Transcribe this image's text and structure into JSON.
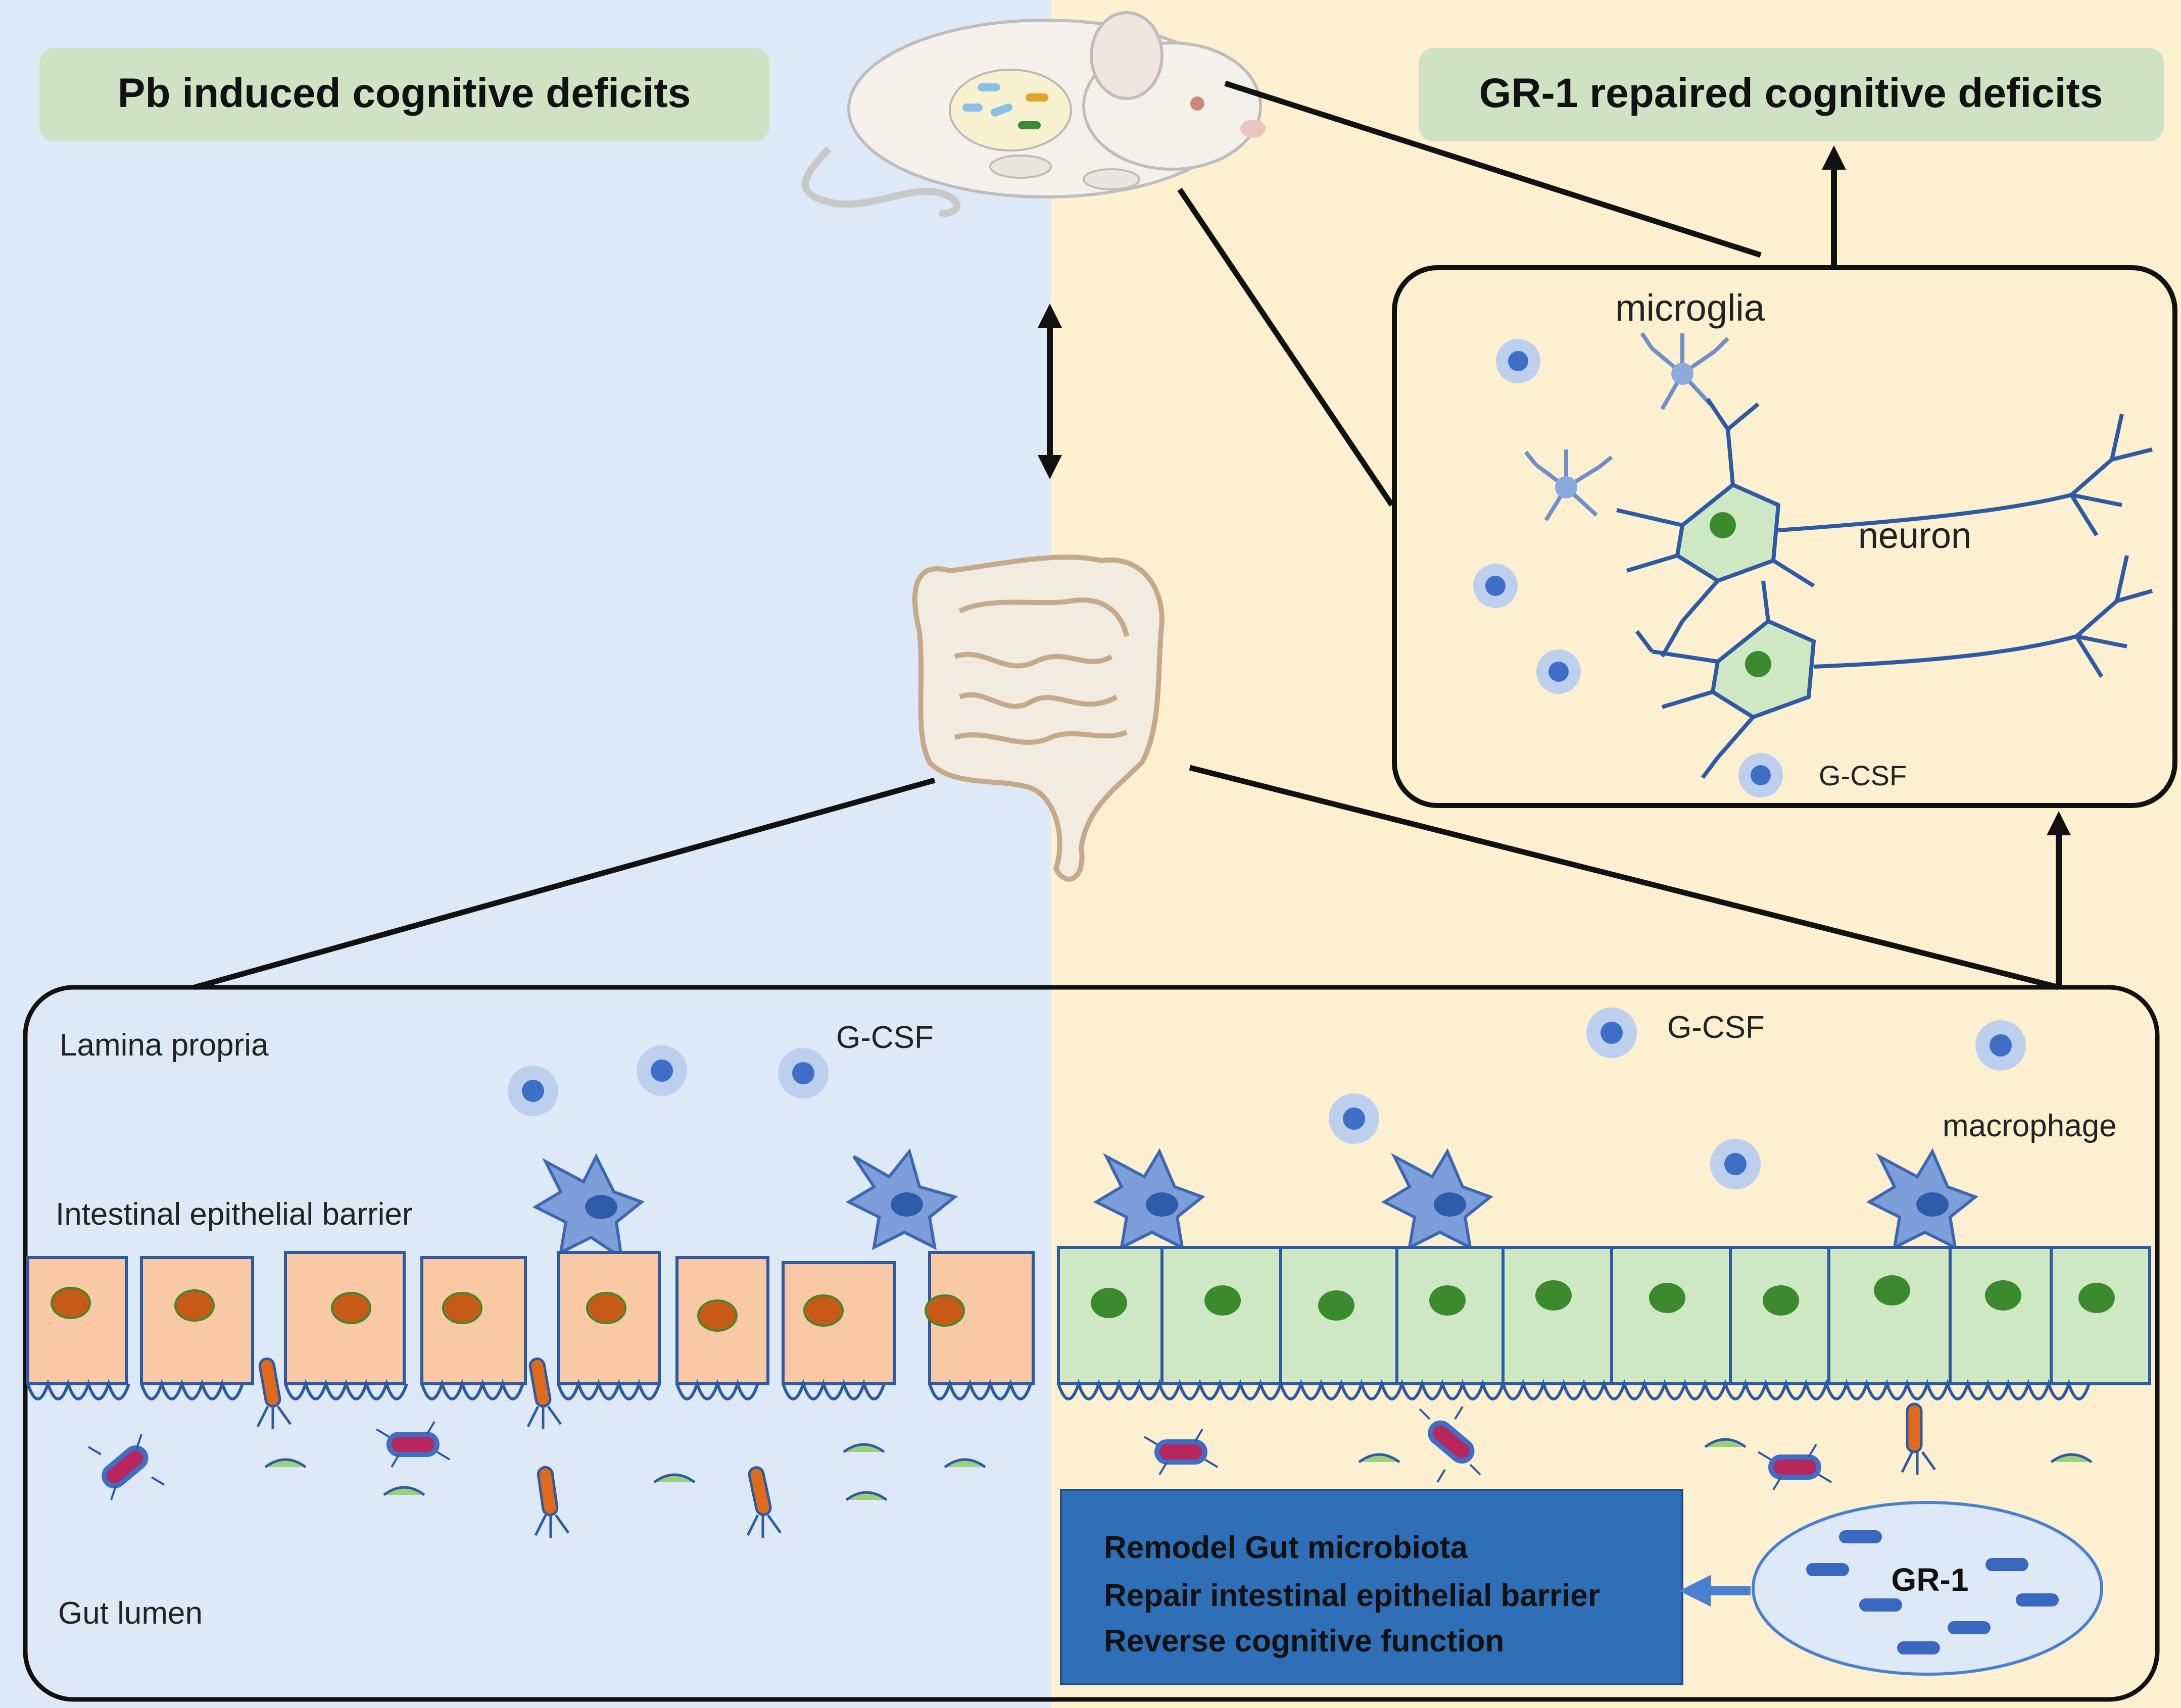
{
  "left_panel": {
    "title": "Pb induced cognitive deficits",
    "labels": {
      "lamina_propria": "Lamina propria",
      "epithelial_barrier": "Intestinal epithelial barrier",
      "gut_lumen": "Gut lumen",
      "gcsf": "G-CSF"
    }
  },
  "right_panel": {
    "title": "GR-1 repaired cognitive deficits",
    "labels": {
      "gcsf": "G-CSF",
      "macrophage": "macrophage"
    }
  },
  "brain_box": {
    "microglia": "microglia",
    "neuron": "neuron",
    "gcsf": "G-CSF"
  },
  "effects_box": {
    "lines": [
      "Remodel Gut microbiota",
      "Repair intestinal epithelial barrier",
      "Reverse cognitive function"
    ]
  },
  "probiotic": {
    "label": "GR-1"
  },
  "colors": {
    "left_background": "#dde9f6",
    "right_background": "#fdf0d0",
    "title_box": "#cfe3c4",
    "damaged_cell": "#f8c9a4",
    "healthy_cell": "#cfe8c4",
    "nucleus_damaged": "#c85a17",
    "nucleus_healthy": "#3b8a2e",
    "effects_box": "#2e6fb7",
    "immune_cell": "#3f6ec7",
    "outline": "#1a1a1a"
  }
}
